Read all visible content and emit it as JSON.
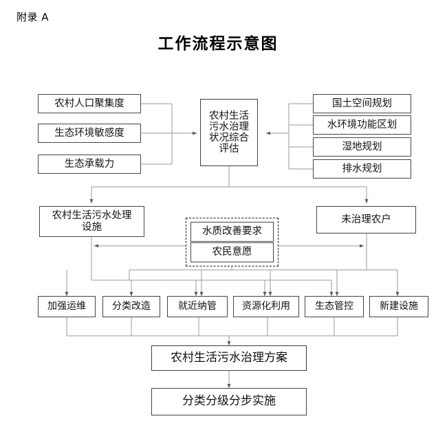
{
  "page": {
    "appendix_label": "附录 A",
    "title": "工作流程示意图"
  },
  "diagram": {
    "type": "flowchart",
    "inputs_left": [
      {
        "id": "pop-density",
        "label": "农村人口聚集度"
      },
      {
        "id": "eco-sensitivity",
        "label": "生态环境敏感度"
      },
      {
        "id": "eco-capacity",
        "label": "生态承载力"
      }
    ],
    "center": {
      "id": "assessment",
      "label": "农村生活\n污水治理\n状况综合\n评估",
      "lines": [
        "农村生活",
        "污水治理",
        "状况综合",
        "评估"
      ]
    },
    "inputs_right": [
      {
        "id": "land-plan",
        "label": "国土空间规划"
      },
      {
        "id": "water-func-plan",
        "label": "水环境功能区划"
      },
      {
        "id": "wetland-plan",
        "label": "湿地规划"
      },
      {
        "id": "drainage-plan",
        "label": "排水规划"
      }
    ],
    "mid_row": {
      "left": {
        "id": "facility",
        "label": "农村生活污水处理\n设施",
        "lines": [
          "农村生活污水处理",
          "设施"
        ]
      },
      "right": {
        "id": "untreated",
        "label": "未治理农户"
      },
      "group": {
        "id": "demand-group",
        "items": [
          {
            "id": "water-quality-req",
            "label": "水质改善要求"
          },
          {
            "id": "farmer-will",
            "label": "农民意愿"
          }
        ]
      }
    },
    "options": [
      {
        "id": "opt-om",
        "label": "加强运维"
      },
      {
        "id": "opt-retrofit",
        "label": "分类改造"
      },
      {
        "id": "opt-connect",
        "label": "就近纳管"
      },
      {
        "id": "opt-resource",
        "label": "资源化利用"
      },
      {
        "id": "opt-eco-control",
        "label": "生态管控"
      },
      {
        "id": "opt-new-build",
        "label": "新建设施"
      }
    ],
    "outputs": [
      {
        "id": "plan",
        "label": "农村生活污水治理方案"
      },
      {
        "id": "implement",
        "label": "分类分级分步实施"
      }
    ],
    "colors": {
      "box_border": "#3b3b3b",
      "line": "#8d8d8d",
      "arrow": "#5a5a5a",
      "dashed_border": "#1a1a1a",
      "text": "#111111",
      "background": "#ffffff"
    }
  }
}
